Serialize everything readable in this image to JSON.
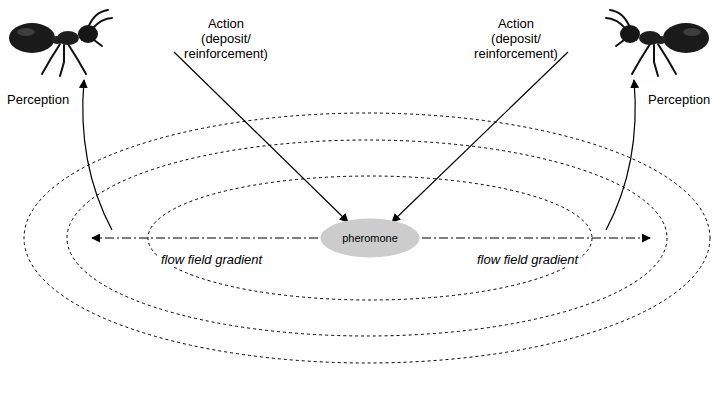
{
  "diagram": {
    "nodes": [
      {
        "text": [
          "pheromone"
        ]
      }
    ],
    "labels": [
      "Action (deposit/ reinforcement)",
      "Action (deposit/ reinforcement)",
      "Perception",
      "Perception",
      "flow field gradient",
      "flow field gradient"
    ]
  }
}
